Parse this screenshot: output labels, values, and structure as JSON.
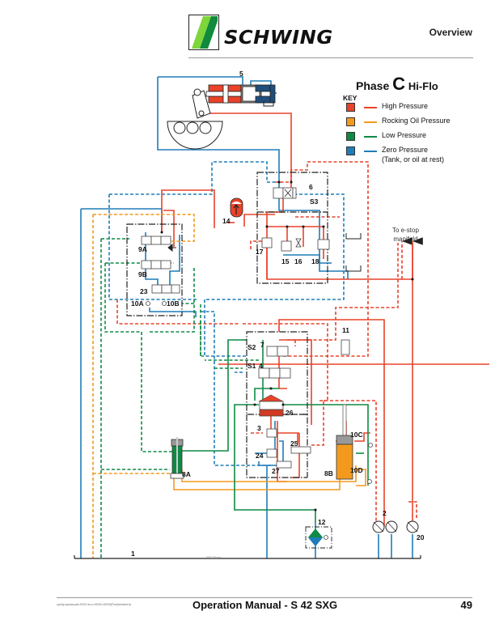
{
  "header": {
    "brand": "SCHWING",
    "section": "Overview"
  },
  "diagram": {
    "title_prefix": "Phase",
    "title_letter": "C",
    "title_suffix": "Hi-Flo",
    "key": {
      "heading": "KEY",
      "items": [
        {
          "label": "High Pressure",
          "color": "#e8432a"
        },
        {
          "label": "Rocking Oil Pressure",
          "color": "#f39a1e"
        },
        {
          "label": "Low Pressure",
          "color": "#0f8a45"
        },
        {
          "label": "Zero Pressure",
          "sublabel": "(Tank, or oil at rest)",
          "color": "#1f7db8"
        }
      ]
    },
    "estop_label_line1": "To e-stop",
    "estop_label_line2": "manifold",
    "file_ref": "600136.eps",
    "component_labels": {
      "c5": "5",
      "c6": "6",
      "s3": "S3",
      "c14": "14",
      "c17": "17",
      "c15": "15",
      "c16": "16",
      "c18": "18",
      "c9a": "9A",
      "c9b": "9B",
      "c23": "23",
      "c10a": "10A",
      "c10b": "10B",
      "c11": "11",
      "s2": "S2",
      "c7": "7",
      "s1": "S1",
      "c4": "4",
      "c26": "26",
      "c3": "3",
      "c25": "25",
      "c24": "24",
      "c27": "27",
      "c10c": "10C",
      "c10d": "10D",
      "c8a": "8A",
      "c8b": "8B",
      "c12": "12",
      "c2": "2",
      "c20": "20",
      "c1": "1"
    }
  },
  "footer": {
    "path": "opedy:opmanuals:S200 rev.c:xS200:xS200(Final)revised.fa",
    "title": "Operation Manual  - S 42 SXG",
    "page": "49"
  }
}
